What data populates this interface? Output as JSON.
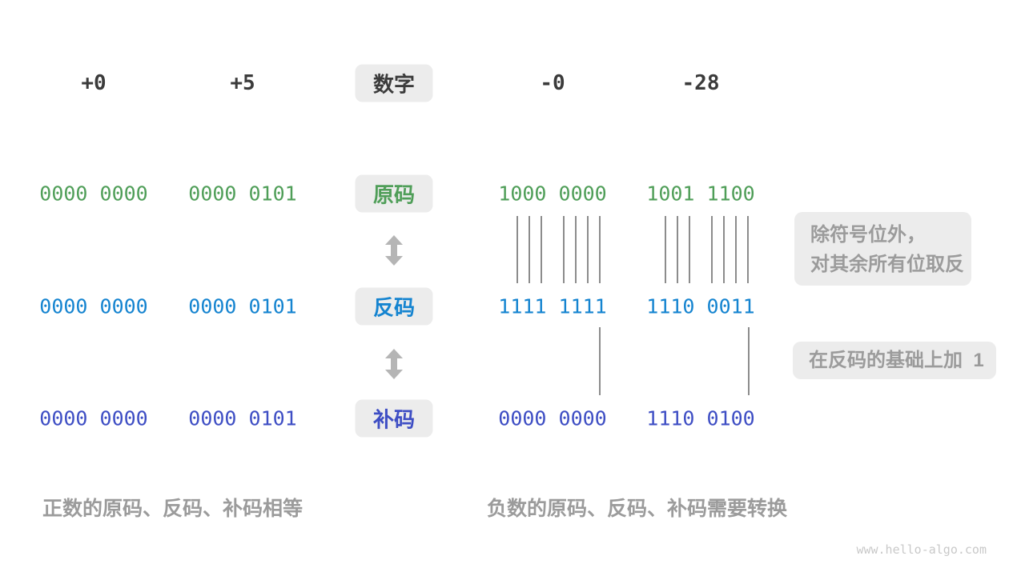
{
  "colors": {
    "ink": "#3b3b3b",
    "green": "#4f9e58",
    "blue": "#1584d0",
    "indigo": "#3e4ec4",
    "muted": "#9b9b9b",
    "boxbg": "#ececec",
    "line": "#8c8c8c",
    "arrow": "#b5b5b5",
    "faint": "#c9c9c9"
  },
  "header": {
    "numbers": [
      "+0",
      "+5",
      "-0",
      "-28"
    ],
    "label": "数字"
  },
  "rows": [
    {
      "id": "sign-magnitude",
      "label": "原码",
      "color": "#4f9e58",
      "values": [
        "0000 0000",
        "0000 0101",
        "1000 0000",
        "1001 1100"
      ]
    },
    {
      "id": "ones-complement",
      "label": "反码",
      "color": "#1584d0",
      "values": [
        "0000 0000",
        "0000 0101",
        "1111 1111",
        "1110 0011"
      ]
    },
    {
      "id": "twos-complement",
      "label": "补码",
      "color": "#3e4ec4",
      "values": [
        "0000 0000",
        "0000 0101",
        "0000 0000",
        "1110 0100"
      ]
    }
  ],
  "notes": {
    "invert_line1": "除符号位外，",
    "invert_line2": "对其余所有位取反",
    "add_one": "在反码的基础上加  1"
  },
  "captions": {
    "positive": "正数的原码、反码、补码相等",
    "negative": "负数的原码、反码、补码需要转换"
  },
  "watermark": "www.hello-algo.com"
}
